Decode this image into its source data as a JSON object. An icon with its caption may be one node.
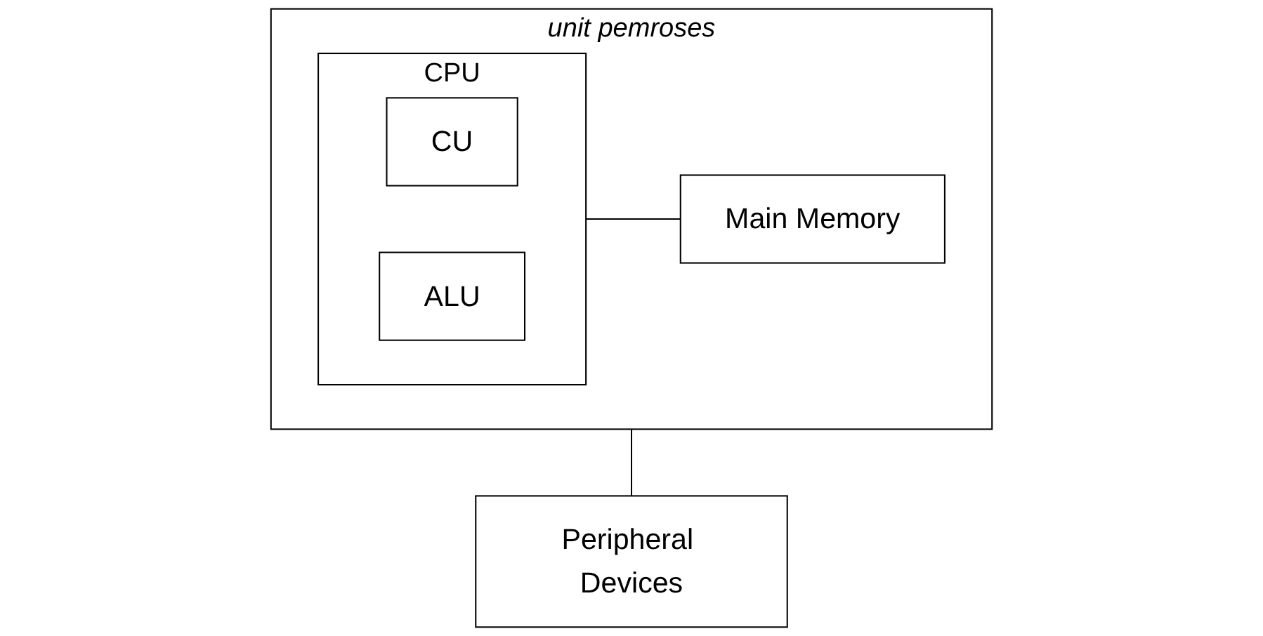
{
  "diagram": {
    "nodes": [
      {
        "text": [
          "unit pemroses"
        ]
      },
      {
        "text": [
          "CPU"
        ],
        "in": 0
      },
      {
        "text": [
          "CU"
        ],
        "in": 1
      },
      {
        "text": [
          "ALU"
        ],
        "in": 1
      },
      {
        "text": [
          "Main Memory"
        ],
        "in": 0
      },
      {
        "text": [
          "Peripheral Devices"
        ]
      }
    ],
    "edges": [
      {
        "from": 1,
        "to": 4,
        "arrow": "none"
      },
      {
        "from": 0,
        "to": 5,
        "arrow": "none"
      }
    ]
  }
}
